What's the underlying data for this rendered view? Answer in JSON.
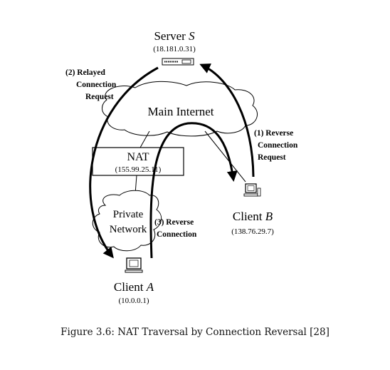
{
  "server": {
    "name_prefix": "Server ",
    "name_var": "S",
    "ip": "(18.181.0.31)"
  },
  "internet": {
    "label": "Main Internet"
  },
  "nat": {
    "label": "NAT",
    "ip": "(155.99.25.11)"
  },
  "private_network": {
    "line1": "Private",
    "line2": "Network"
  },
  "client_a": {
    "name_prefix": "Client ",
    "name_var": "A",
    "ip": "(10.0.0.1)"
  },
  "client_b": {
    "name_prefix": "Client ",
    "name_var": "B",
    "ip": "(138.76.29.7)"
  },
  "steps": {
    "step1": {
      "line1": "(1) Reverse",
      "line2": "Connection",
      "line3": "Request"
    },
    "step2": {
      "line1": "(2) Relayed",
      "line2": "Connection",
      "line3": "Request"
    },
    "step3": {
      "line1": "(3) Reverse",
      "line2": "Connection"
    }
  },
  "caption": "Figure 3.6: NAT Traversal by Connection Reversal [28]"
}
